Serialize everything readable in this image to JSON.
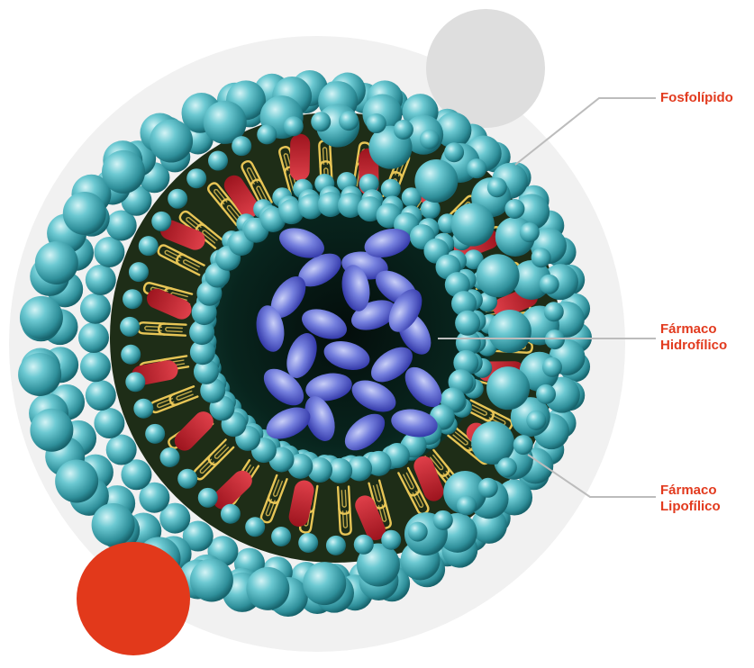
{
  "labels": {
    "phospholipid": "Fosfolípido",
    "hydrophilic_drug": [
      "Fármaco",
      "Hidrofílico"
    ],
    "lipophilic_drug": [
      "Fármaco",
      "Lipofílico"
    ]
  },
  "colors": {
    "label_text": "#e23a1e",
    "leader_line": "#bcbcbc",
    "halo": "#f1f1f1",
    "grey_accent_circle": "#dedede",
    "red_accent_circle": "#e2391b",
    "head_bead": "#4fb9c4",
    "head_bead_highlight": "#bdebef",
    "head_bead_shadow": "#17636c",
    "bilayer_core": "#1e2d17",
    "lipid_tail": "#e7c556",
    "lipophilic_drug": "#c31e2b",
    "hydrophilic_drug": "#6672d6",
    "lumen": "#061a14"
  }
}
